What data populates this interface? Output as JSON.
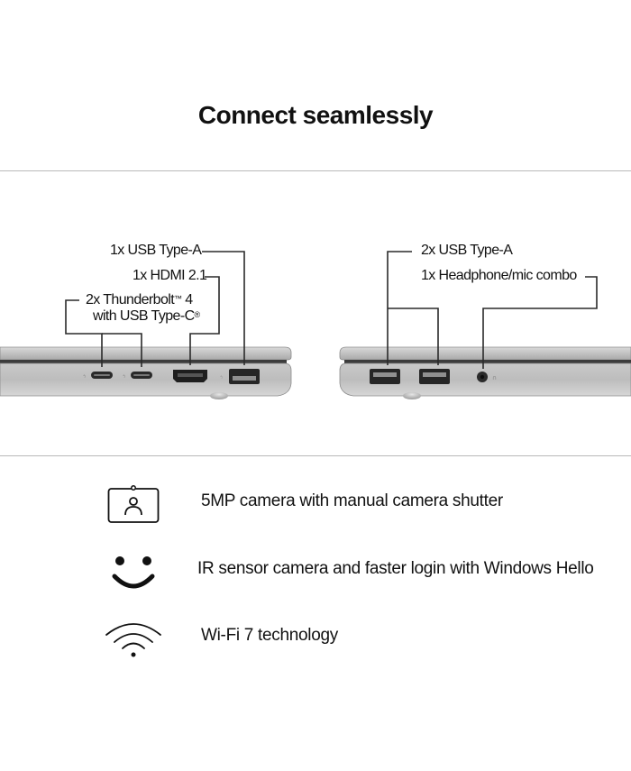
{
  "heading": "Connect seamlessly",
  "left_ports": {
    "usb_a": "1x USB Type-A",
    "hdmi": "1x HDMI 2.1",
    "thunderbolt_line1": "2x Thunderbolt",
    "thunderbolt_tm": "™",
    "thunderbolt_num": " 4",
    "thunderbolt_line2": "with USB Type-C",
    "thunderbolt_reg": "®"
  },
  "right_ports": {
    "usb_a": "2x USB Type-A",
    "headphone": "1x Headphone/mic combo"
  },
  "features": [
    {
      "icon": "camera-shutter-icon",
      "label": "5MP camera with manual camera shutter"
    },
    {
      "icon": "smiley-face-icon",
      "label": "IR sensor camera and faster login with Windows Hello"
    },
    {
      "icon": "wifi-icon",
      "label": "Wi-Fi 7 technology"
    }
  ]
}
